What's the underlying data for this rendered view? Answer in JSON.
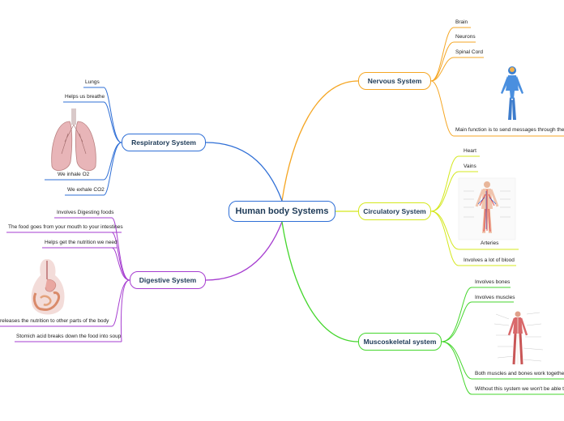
{
  "central": "Human body Systems",
  "colors": {
    "nervous": "#f5a623",
    "respiratory": "#2f6fd6",
    "circulatory": "#d4e81c",
    "digestive": "#a63dd0",
    "muscoskeletal": "#44d62c"
  },
  "branches": {
    "nervous": {
      "title": "Nervous System",
      "leaves": [
        "Brain",
        "Neurons",
        "Spinal Cord",
        "Main function is to send messages through the b"
      ],
      "image": "human-body-figure"
    },
    "respiratory": {
      "title": "Respiratory System",
      "leaves": [
        "Lungs",
        "Helps us breathe",
        "We inhale O2",
        "We exhale CO2"
      ],
      "image": "lungs-illustration"
    },
    "circulatory": {
      "title": "Circulatory System",
      "leaves": [
        "Heart",
        "Vains",
        "Arteries",
        "Involves a lot of blood"
      ],
      "image": "circulatory-diagram"
    },
    "digestive": {
      "title": "Digestive System",
      "leaves": [
        "Involves Digesting foods",
        "The food goes from your mouth to your intestines",
        "Helps get the nutrition we need",
        "releases the nutrition to other parts of the body",
        "Stomich acid breaks down the food into soup"
      ],
      "image": "digestive-tract-illustration"
    },
    "muscoskeletal": {
      "title": "Muscoskeletal system",
      "leaves": [
        "Involves bones",
        "Involves muscles",
        "Both muscles and bones work together",
        "Without this system we won't be able to"
      ],
      "image": "muscle-skeleton-diagram"
    }
  }
}
